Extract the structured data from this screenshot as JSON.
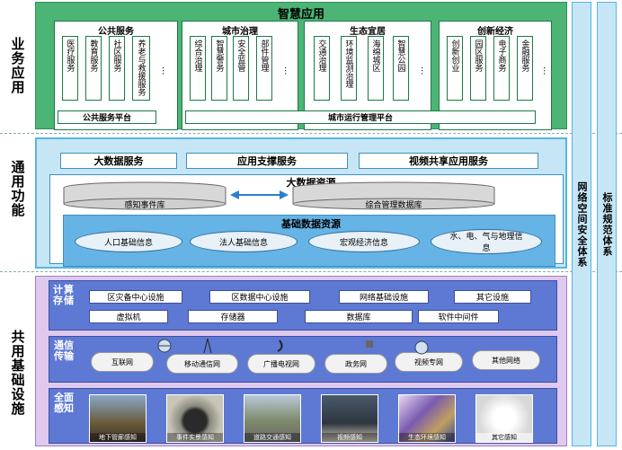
{
  "layer_labels": {
    "application": "业务应用",
    "common": "通用功能",
    "infrastructure": "共用基础设施"
  },
  "application": {
    "title": "智慧应用",
    "groups": [
      {
        "title": "公共服务",
        "items": [
          "医疗服务",
          "教育服务",
          "社区服务",
          "养老与救援服务"
        ],
        "dots": "···"
      },
      {
        "title": "城市治理",
        "items": [
          "综合治理",
          "智慧警务",
          "安全监管",
          "部件管理"
        ],
        "dots": "···"
      },
      {
        "title": "生态宜居",
        "items": [
          "交通治理",
          "环境监测治理",
          "海绵城区",
          "智慧公园"
        ],
        "dots": "···"
      },
      {
        "title": "创新经济",
        "items": [
          "创新创业",
          "园区服务",
          "电子商务",
          "金融服务"
        ],
        "dots": "···"
      }
    ],
    "platforms": {
      "public": "公共服务平台",
      "city": "城市运行管理平台"
    }
  },
  "common": {
    "services": [
      "大数据服务",
      "应用支撑服务",
      "视频共享应用服务"
    ],
    "big_data_title": "大数据资源",
    "databases": {
      "left": "感知事件库",
      "right": "综合管理数据库"
    },
    "base_title": "基础数据资源",
    "base_items": [
      "人口基础信息",
      "法人基础信息",
      "宏观经济信息",
      "水、电、气与地理信息"
    ]
  },
  "infrastructure": {
    "compute": {
      "label": "计算存储",
      "row1": [
        "区灾备中心设施",
        "区数据中心设施",
        "网络基础设施",
        "其它设施"
      ],
      "row2": [
        "虚拟机",
        "存储器",
        "数据库",
        "软件中间件"
      ]
    },
    "network": {
      "label": "通信传输",
      "items": [
        "互联网",
        "移动通信网",
        "广播电视网",
        "政务网",
        "视频专网",
        "其他网络"
      ]
    },
    "sensing": {
      "label": "全面感知",
      "items": [
        "地下管廊感知",
        "事件实景感知",
        "道路交通感知",
        "视频感知",
        "生态环境感知",
        "其它感知"
      ]
    }
  },
  "side_columns": {
    "security": "网络空间安全体系",
    "standards": "标准规范体系"
  },
  "colors": {
    "app_green": "#4cb575",
    "common_blue": "#c6e6f6",
    "base_blue": "#66b3e6",
    "infra_purple": "#e0c9ee",
    "band_blue": "#5e79d3",
    "security_blue": "#c6e6f6",
    "standards_blue": "#c6e6f6"
  }
}
